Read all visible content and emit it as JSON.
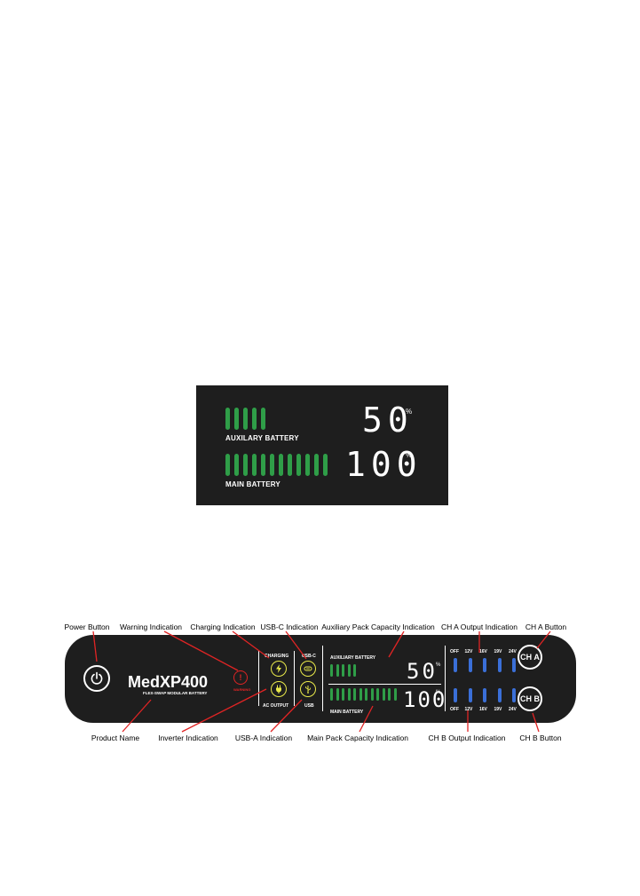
{
  "display": {
    "aux_label": "AUXILARY BATTERY",
    "main_label": "MAIN BATTERY",
    "aux_value": "50",
    "main_value": "100",
    "pct": "%",
    "aux_bars": 5,
    "main_bars": 12
  },
  "panel": {
    "brand": "MedXP400",
    "subtitle": "FLEX-SWAP MODULAR BATTERY",
    "warning_label": "WARNING",
    "charging_label": "CHARGING",
    "ac_output_label": "AC OUTPUT",
    "usbc_label": "USB-C",
    "usb_label": "USB",
    "aux_label": "AUXILIARY BATTERY",
    "main_label": "MAIN BATTERY",
    "aux_value": "50",
    "main_value": "100",
    "pct": "%",
    "aux_bars": 5,
    "main_bars": 12,
    "voltages": [
      "OFF",
      "12V",
      "16V",
      "19V",
      "24V"
    ],
    "cha_button": "CH A",
    "chb_button": "CH B"
  },
  "callouts": {
    "power_button": "Power Button",
    "warning": "Warning Indication",
    "charging": "Charging Indication",
    "usbc": "USB-C Indication",
    "aux_capacity": "Auxiliary Pack Capacity Indication",
    "cha_output": "CH A Output Indication",
    "cha_button": "CH A Button",
    "product_name": "Product Name",
    "inverter": "Inverter Indication",
    "usba": "USB-A Indication",
    "main_capacity": "Main Pack Capacity Indication",
    "chb_output": "CH B Output Indication",
    "chb_button": "CH B Button"
  },
  "colors": {
    "panel": "#1e1e1e",
    "green_bar": "#2f9e48",
    "blue_bar": "#3a6fd8",
    "indicator": "#e9e94a",
    "warning": "#e02424",
    "callout_line": "#e02424"
  }
}
